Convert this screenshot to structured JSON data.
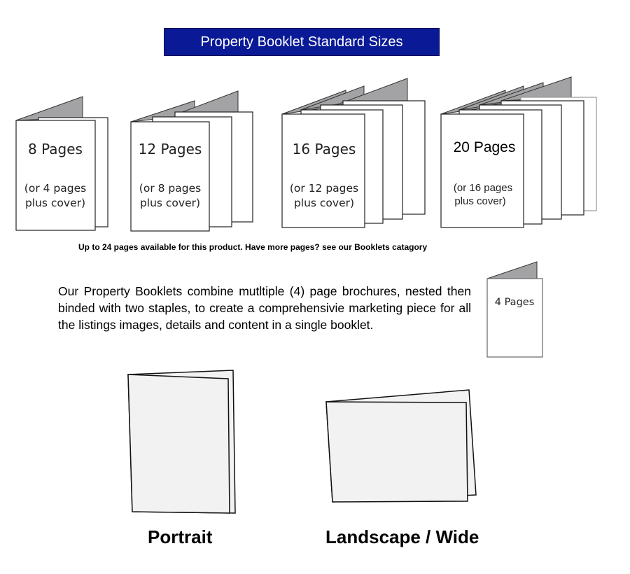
{
  "title": "Property Booklet Standard Sizes",
  "booklets": [
    {
      "title": "8 Pages",
      "sub1": "(or 4 pages",
      "sub2": "plus cover)"
    },
    {
      "title": "12 Pages",
      "sub1": "(or 8 pages",
      "sub2": "plus cover)"
    },
    {
      "title": "16 Pages",
      "sub1": "(or 12 pages",
      "sub2": "plus cover)"
    },
    {
      "title": "20 Pages",
      "sub1": "(or 16 pages",
      "sub2": "plus cover)"
    }
  ],
  "note": "Up to 24 pages available for this product. Have more pages?  see our Booklets catagory",
  "description": "Our Property Booklets combine mutltiple (4) page brochures, nested then binded with two staples, to create a comprehensivie marketing piece for all the listings images, details and content in a single booklet.",
  "single": {
    "label": "4 Pages"
  },
  "formats": {
    "portrait": "Portrait",
    "landscape": "Landscape / Wide"
  },
  "colors": {
    "banner": "#0a1a96",
    "spine": "#a3a3a5",
    "page_fill": "#f2f2f2"
  }
}
